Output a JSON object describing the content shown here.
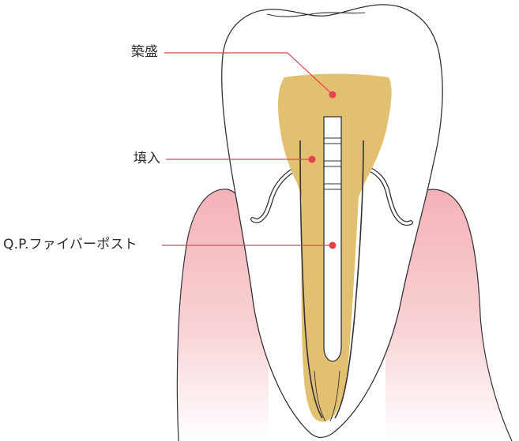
{
  "labels": {
    "build_up": "築盛",
    "filling": "填入",
    "post": "Q.P.ファイバーポスト"
  },
  "colors": {
    "outline": "#333333",
    "filling": "#e2c072",
    "gum_pink": "#f4b9bd",
    "leader_line": "#e8404f",
    "post_white": "#ffffff"
  }
}
